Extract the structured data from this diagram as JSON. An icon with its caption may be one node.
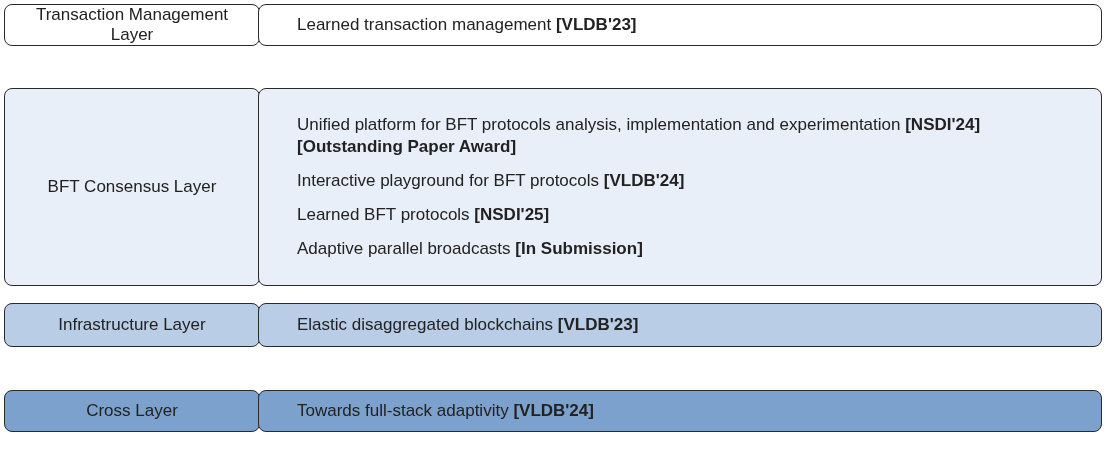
{
  "diagram": {
    "nodes": [
      {
        "text": [
          "Transaction Management Layer"
        ]
      },
      {
        "text": [
          "Learned transaction management **[VLDB'23]**"
        ]
      },
      {
        "text": [
          "BFT Consensus Layer"
        ]
      },
      {
        "text": [
          "Unified platform for BFT protocols analysis, implementation and experimentation **[NSDI'24] [Outstanding Paper Award]**",
          "Interactive playground for BFT protocols **[VLDB'24]**",
          "Learned BFT protocols **[NSDI'25]**",
          "Adaptive parallel broadcasts **[In Submission]**"
        ]
      },
      {
        "text": [
          "Infrastructure Layer"
        ]
      },
      {
        "text": [
          "Elastic disaggregated blockchains **[VLDB'23]**"
        ]
      },
      {
        "text": [
          "Cross Layer"
        ]
      },
      {
        "text": [
          "Towards full-stack adaptivity **[VLDB'24]**"
        ]
      }
    ]
  }
}
